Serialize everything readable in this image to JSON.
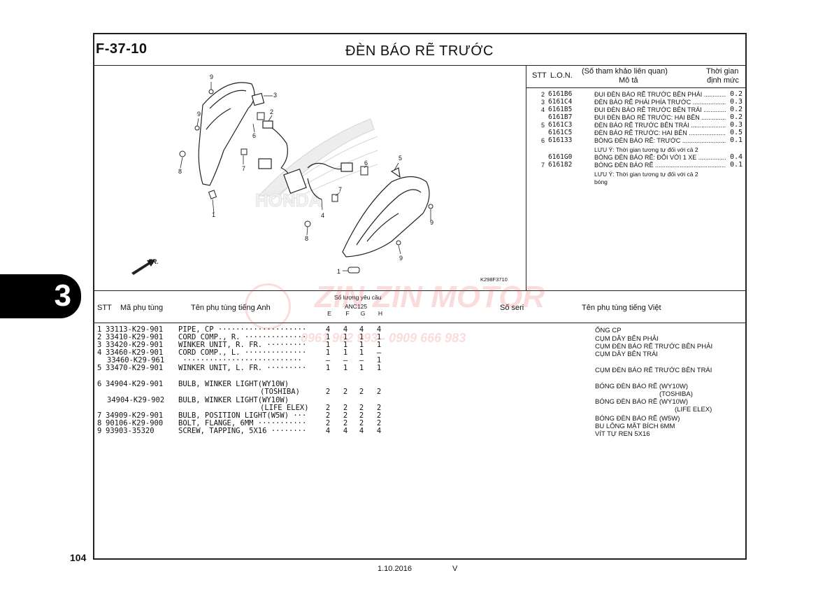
{
  "header": {
    "code": "F-37-10",
    "title": "ĐÈN BÁO RẼ TRƯỚC"
  },
  "section_tab": "3",
  "page_number": "104",
  "footer": {
    "date": "1.10.2016",
    "version": "V"
  },
  "diagram": {
    "figure_code": "K298F3710",
    "direction_label": "FR.",
    "callouts": [
      "9",
      "3",
      "2",
      "9",
      "6",
      "8",
      "7",
      "1",
      "5",
      "6",
      "7",
      "4",
      "9",
      "8",
      "9",
      "1"
    ]
  },
  "right_panel": {
    "headers": {
      "stt": "STT",
      "lon": "L.O.N.",
      "ref_note": "(Số tham khảo liên quan)",
      "desc": "Mô tả",
      "time1": "Thời gian",
      "time2": "định mức"
    },
    "rows": [
      {
        "stt": "2",
        "lon": "6161B6",
        "desc": "ĐUI ĐÈN BÁO RẼ TRƯỚC BÊN PHẢI",
        "time": "0.2"
      },
      {
        "stt": "3",
        "lon": "6161C4",
        "desc": "ĐÈN BÁO RẼ PHẢI PHÍA TRƯỚC",
        "time": "0.3"
      },
      {
        "stt": "4",
        "lon": "6161B5",
        "desc": "ĐUI ĐÈN BÁO RẼ TRƯỚC BÊN TRÁI",
        "time": "0.2"
      },
      {
        "stt": "",
        "lon": "6161B7",
        "desc": "ĐUI ĐÈN BÁO RẼ TRƯỚC: HAI BÊN",
        "time": "0.2"
      },
      {
        "stt": "5",
        "lon": "6161C3",
        "desc": "ĐÈN BÁO RẼ TRƯỚC BÊN TRÁI",
        "time": "0.3"
      },
      {
        "stt": "",
        "lon": "6161C5",
        "desc": "ĐÈN BÁO RẼ TRƯỚC: HAI BÊN",
        "time": "0.5"
      },
      {
        "stt": "6",
        "lon": "616133",
        "desc": "BÓNG ĐÈN BÁO RẼ: TRƯỚC",
        "time": "0.1"
      },
      {
        "stt": "",
        "lon": "6161G0",
        "desc": "BÓNG ĐÈN BÁO RẼ: ĐỔI VỚI 1 XE",
        "time": "0.4"
      },
      {
        "stt": "7",
        "lon": "616182",
        "desc": "BÓNG ĐÈN BÁO RẼ",
        "time": "0.1"
      }
    ],
    "note1": "LƯU Ý: Thời gian tương tự đối với cả 2",
    "note2a": "LƯU Ý: Thời gian tương tự đối với cả 2",
    "note2b": "bóng"
  },
  "parts_table": {
    "headers": {
      "stt": "STT",
      "part_no": "Mã phụ tùng",
      "name_en": "Tên phụ tùng tiếng Anh",
      "qty_required": "Số lượng yêu cầu",
      "model": "ANC125",
      "e": "E",
      "f": "F",
      "g": "G",
      "h": "H",
      "serial": "Số seri",
      "name_vi": "Tên phụ tùng tiếng Việt"
    },
    "rows": [
      {
        "stt": "1",
        "part_no": "33113-K29-901",
        "name_en": "PIPE, CP ····················",
        "e": "4",
        "f": "4",
        "g": "4",
        "h": "4",
        "name_vi": "ỐNG CP"
      },
      {
        "stt": "2",
        "part_no": "33410-K29-901",
        "name_en": "CORD COMP., R. ··············",
        "e": "1",
        "f": "1",
        "g": "1",
        "h": "1",
        "name_vi": "CỤM DÂY BÊN PHẢI"
      },
      {
        "stt": "3",
        "part_no": "33420-K29-901",
        "name_en": "WINKER UNIT, R. FR. ·········",
        "e": "1",
        "f": "1",
        "g": "1",
        "h": "1",
        "name_vi": "CỤM ĐÈN BÁO RẼ TRƯỚC BÊN PHẢI"
      },
      {
        "stt": "4",
        "part_no": "33460-K29-901",
        "name_en": "CORD COMP., L. ··············",
        "e": "1",
        "f": "1",
        "g": "1",
        "h": "–",
        "name_vi": "CỤM DÂY BÊN TRÁI"
      },
      {
        "stt": "",
        "part_no": "33460-K29-961",
        "name_en": " ···························",
        "e": "–",
        "f": "–",
        "g": "–",
        "h": "1",
        "name_vi": ""
      },
      {
        "stt": "5",
        "part_no": "33470-K29-901",
        "name_en": "WINKER UNIT, L. FR. ·········",
        "e": "1",
        "f": "1",
        "g": "1",
        "h": "1",
        "name_vi": "CỤM ĐÈN BÁO RẼ TRƯỚC BÊN TRÁI"
      },
      {
        "stt": "6",
        "part_no": "34904-K29-901",
        "name_en": "BULB, WINKER LIGHT(WY10W)",
        "name_en2": "(TOSHIBA)",
        "e": "2",
        "f": "2",
        "g": "2",
        "h": "2",
        "name_vi": "BÓNG ĐÈN BÁO RẼ (WY10W)",
        "name_vi2": "(TOSHIBA)"
      },
      {
        "stt": "",
        "part_no": "34904-K29-902",
        "name_en": "BULB, WINKER LIGHT(WY10W)",
        "name_en2": "(LIFE ELEX)",
        "e": "2",
        "f": "2",
        "g": "2",
        "h": "2",
        "name_vi": "BÓNG ĐÈN BÁO RẼ (WY10W)",
        "name_vi2": "(LIFE ELEX)"
      },
      {
        "stt": "7",
        "part_no": "34909-K29-901",
        "name_en": "BULB, POSITION LIGHT(W5W) ···",
        "e": "2",
        "f": "2",
        "g": "2",
        "h": "2",
        "name_vi": "BÓNG ĐÈN BÁO RẼ (W5W)"
      },
      {
        "stt": "8",
        "part_no": "90106-K29-900",
        "name_en": "BOLT, FLANGE, 6MM ···········",
        "e": "2",
        "f": "2",
        "g": "2",
        "h": "2",
        "name_vi": "BU LÔNG MẶT BÍCH 6MM"
      },
      {
        "stt": "9",
        "part_no": "93903-35320",
        "name_en": "SCREW, TAPPING, 5X16 ········",
        "e": "4",
        "f": "4",
        "g": "4",
        "h": "4",
        "name_vi": "VÍT TỰ REN 5X16"
      }
    ]
  },
  "watermark": {
    "brand": "ZIN ZIN MOTOR",
    "phone": "0961 962 993 - 0909 666 983"
  },
  "colors": {
    "watermark": "#e03c3c",
    "ink": "#111111",
    "tab": "#000000"
  }
}
